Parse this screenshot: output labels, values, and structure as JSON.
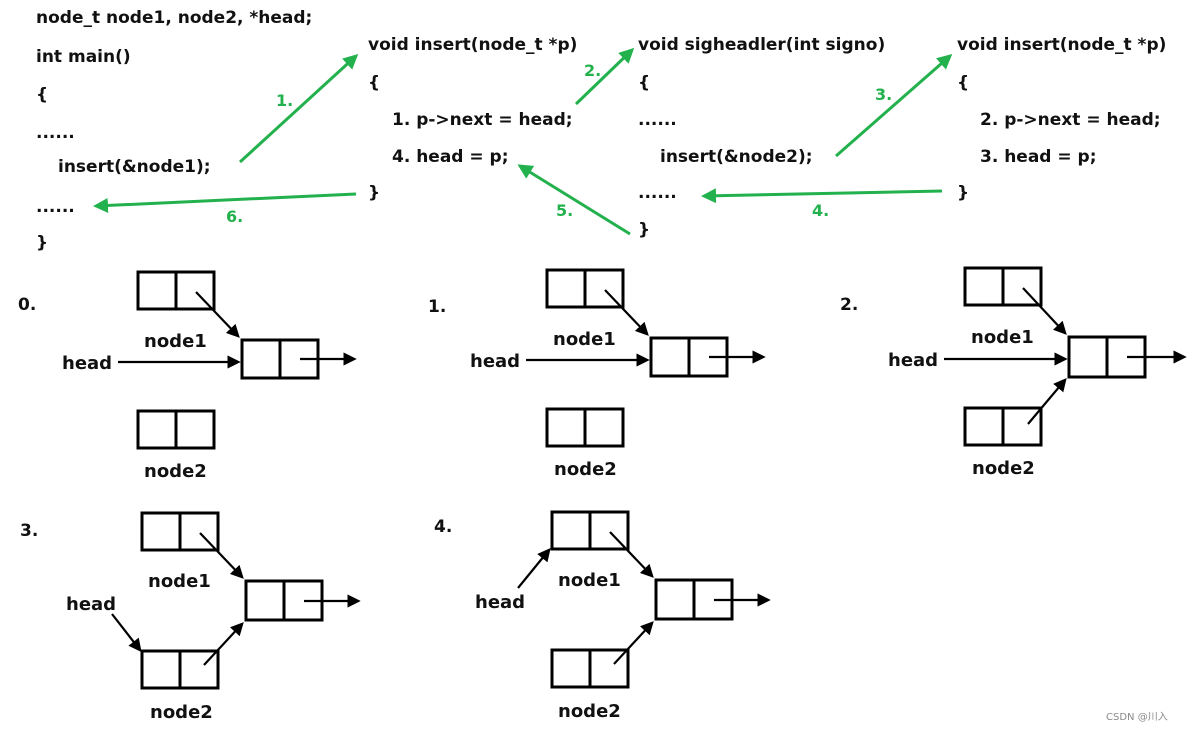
{
  "code": {
    "main": [
      "node_t node1, node2, *head;",
      "int main()",
      "{",
      "......",
      "insert(&node1);",
      "......",
      "}"
    ],
    "insert_first": [
      "void insert(node_t *p)",
      "{",
      "1. p->next = head;",
      "4. head = p;",
      "}"
    ],
    "handler": [
      "void sigheadler(int signo)",
      "{",
      "......",
      "insert(&node2);",
      "......",
      "}"
    ],
    "insert_second": [
      "void insert(node_t *p)",
      "{",
      "2. p->next = head;",
      "3. head = p;",
      "}"
    ]
  },
  "flow_steps": [
    "1.",
    "2.",
    "3.",
    "4.",
    "5.",
    "6."
  ],
  "panels": [
    {
      "step": "0.",
      "node1": "node1",
      "node2": "node2",
      "head": "head"
    },
    {
      "step": "1.",
      "node1": "node1",
      "node2": "node2",
      "head": "head"
    },
    {
      "step": "2.",
      "node1": "node1",
      "node2": "node2",
      "head": "head"
    },
    {
      "step": "3.",
      "node1": "node1",
      "node2": "node2",
      "head": "head"
    },
    {
      "step": "4.",
      "node1": "node1",
      "node2": "node2",
      "head": "head"
    }
  ],
  "watermark": "CSDN @川入",
  "colors": {
    "arrow_green": "#22b14c",
    "ink": "#000000"
  }
}
